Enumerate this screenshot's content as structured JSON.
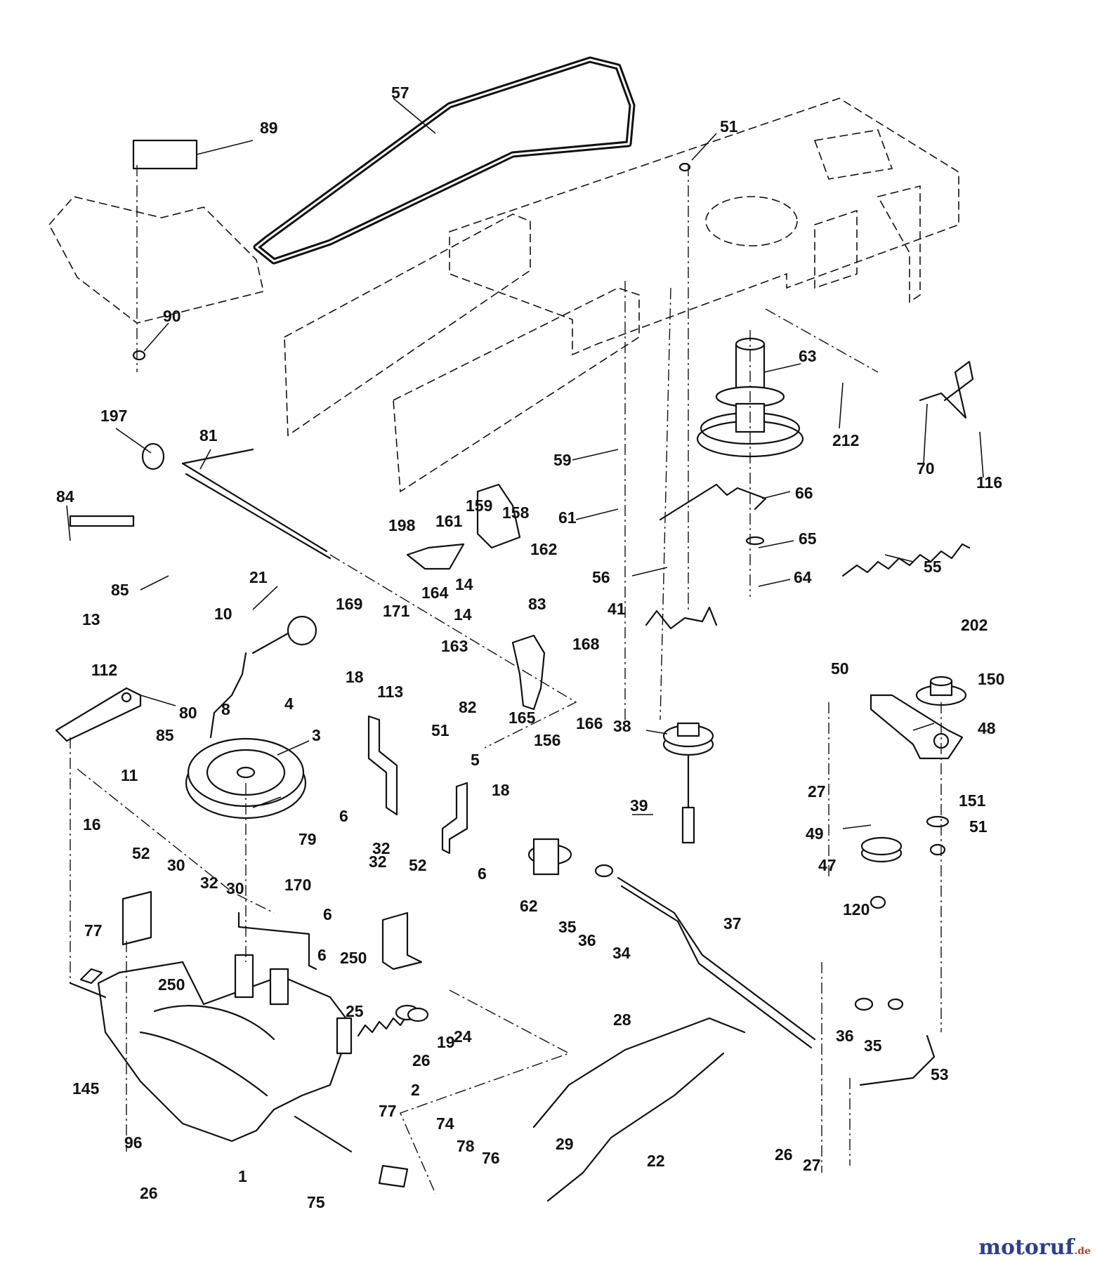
{
  "watermark": {
    "brand": "motoruf",
    "tld": ".de"
  },
  "callouts": [
    "57",
    "89",
    "51",
    "90",
    "63",
    "197",
    "81",
    "212",
    "70",
    "116",
    "84",
    "59",
    "61",
    "66",
    "198",
    "161",
    "159",
    "158",
    "162",
    "85",
    "21",
    "65",
    "55",
    "56",
    "64",
    "169",
    "171",
    "164",
    "14",
    "10",
    "83",
    "41",
    "13",
    "163",
    "168",
    "112",
    "80",
    "8",
    "4",
    "82",
    "165",
    "166",
    "156",
    "38",
    "3",
    "18",
    "113",
    "51",
    "50",
    "202",
    "150",
    "48",
    "11",
    "85",
    "5",
    "18",
    "6",
    "27",
    "39",
    "16",
    "52",
    "30",
    "32",
    "79",
    "151",
    "51",
    "49",
    "47",
    "62",
    "35",
    "36",
    "34",
    "120",
    "170",
    "6",
    "37",
    "77",
    "250",
    "32",
    "52",
    "30",
    "250",
    "25",
    "24",
    "19",
    "26",
    "28",
    "36",
    "35",
    "2",
    "53",
    "145",
    "77",
    "74",
    "29",
    "22",
    "96",
    "26",
    "1",
    "78",
    "76",
    "75",
    "26",
    "27",
    "6",
    "14",
    "32",
    "6"
  ]
}
